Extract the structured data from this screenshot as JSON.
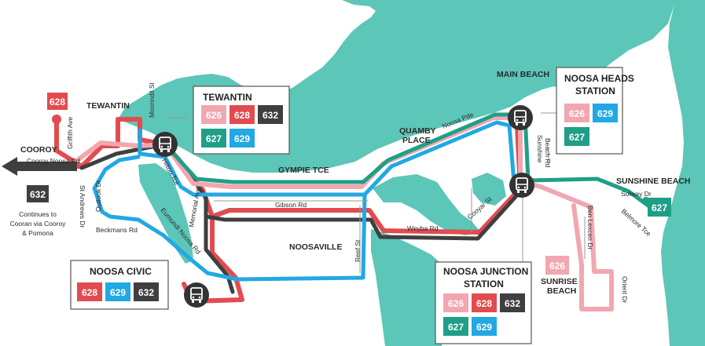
{
  "colors": {
    "water": "#5cc6b8",
    "land": "#ffffff",
    "route_626": "#f2a7b0",
    "route_628": "#e24b4f",
    "route_629": "#22a8e3",
    "route_632": "#3f3f3f",
    "route_627": "#1f9f87"
  },
  "routes": [
    "626",
    "627",
    "628",
    "629",
    "632"
  ],
  "stations": {
    "tewantin": {
      "title": "TEWANTIN",
      "chips": [
        "626",
        "628",
        "632",
        "627",
        "629"
      ]
    },
    "noosa_heads": {
      "title_line1": "NOOSA HEADS",
      "title_line2": "STATION",
      "chips": [
        "626",
        "629",
        "627"
      ]
    },
    "noosa_junction": {
      "title_line1": "NOOSA JUNCTION",
      "title_line2": "STATION",
      "chips": [
        "626",
        "628",
        "632",
        "627",
        "629"
      ]
    },
    "noosa_civic": {
      "title": "NOOSA CIVIC",
      "chips": [
        "628",
        "629",
        "632"
      ]
    }
  },
  "places": {
    "tewantin": "TEWANTIN",
    "cooroy": "COOROY",
    "main_beach": "MAIN BEACH",
    "quamby_line1": "QUAMBY",
    "quamby_line2": "PLACE",
    "gympie_tce": "GYMPIE TCE",
    "noosaville": "NOOSAVILLE",
    "sunshine_beach": "SUNSHINE BEACH",
    "sunrise_line1": "SUNRISE",
    "sunrise_line2": "BEACH"
  },
  "streets": {
    "griffith_ave": "Griffith Ave",
    "cooroy_noosa_rd": "Cooroy Noosa Rd",
    "moorindil_st": "Moorindil St",
    "hilton_tce": "Hilton Tce",
    "st_andrews_dr": "St Andrews Dr",
    "outlook_dr": "Outlook Dr",
    "beckmans_rd": "Beckmans Rd",
    "eumundi_noosa_rd": "Eumundi Noosa Rd",
    "memorial_ave": "Memorial Ave",
    "gibson_rd": "Gibson Rd",
    "reef_st": "Reef St",
    "weyba_rd": "Weyba Rd",
    "cooyar_st": "Cooyar St",
    "noosa_pde": "Noosa Pde",
    "sunshine_beach_rd_line1": "Sunshine",
    "sunshine_beach_rd_line2": "Beach Rd",
    "solway_dr": "Solway Dr",
    "belmore_tce": "Belmore Tce",
    "ben_lexcen_dr": "Ben Lexcen Dr",
    "orient_dr": "Orient Dr"
  },
  "terminals": {
    "r628_tewantin": "628",
    "r632_cooroy": "632",
    "r627_sunshine": "627",
    "r626_sunrise": "626"
  },
  "notes": {
    "cooran_line1": "Continues to",
    "cooran_line2": "Cooran via Cooroy",
    "cooran_line3": "& Pomona"
  }
}
